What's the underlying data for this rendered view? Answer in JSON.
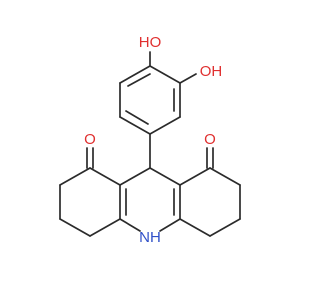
{
  "molecule": {
    "atom_labels": {
      "oh_top": "HO",
      "oh_right": "OH",
      "o_left": "O",
      "o_right": "O",
      "nh": "NH"
    },
    "colors": {
      "bond": "#2b2b2b",
      "oxygen": "#e03030",
      "nitrogen": "#3050c8"
    }
  }
}
